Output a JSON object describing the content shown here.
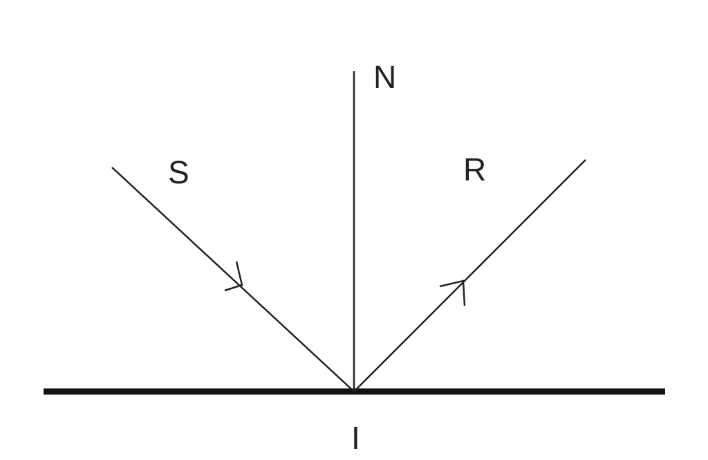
{
  "labels": {
    "normal": "N",
    "incident": "S",
    "reflected": "R",
    "point": "I"
  },
  "colors": {
    "line": "#1a1a1a",
    "background": "#ffffff"
  }
}
